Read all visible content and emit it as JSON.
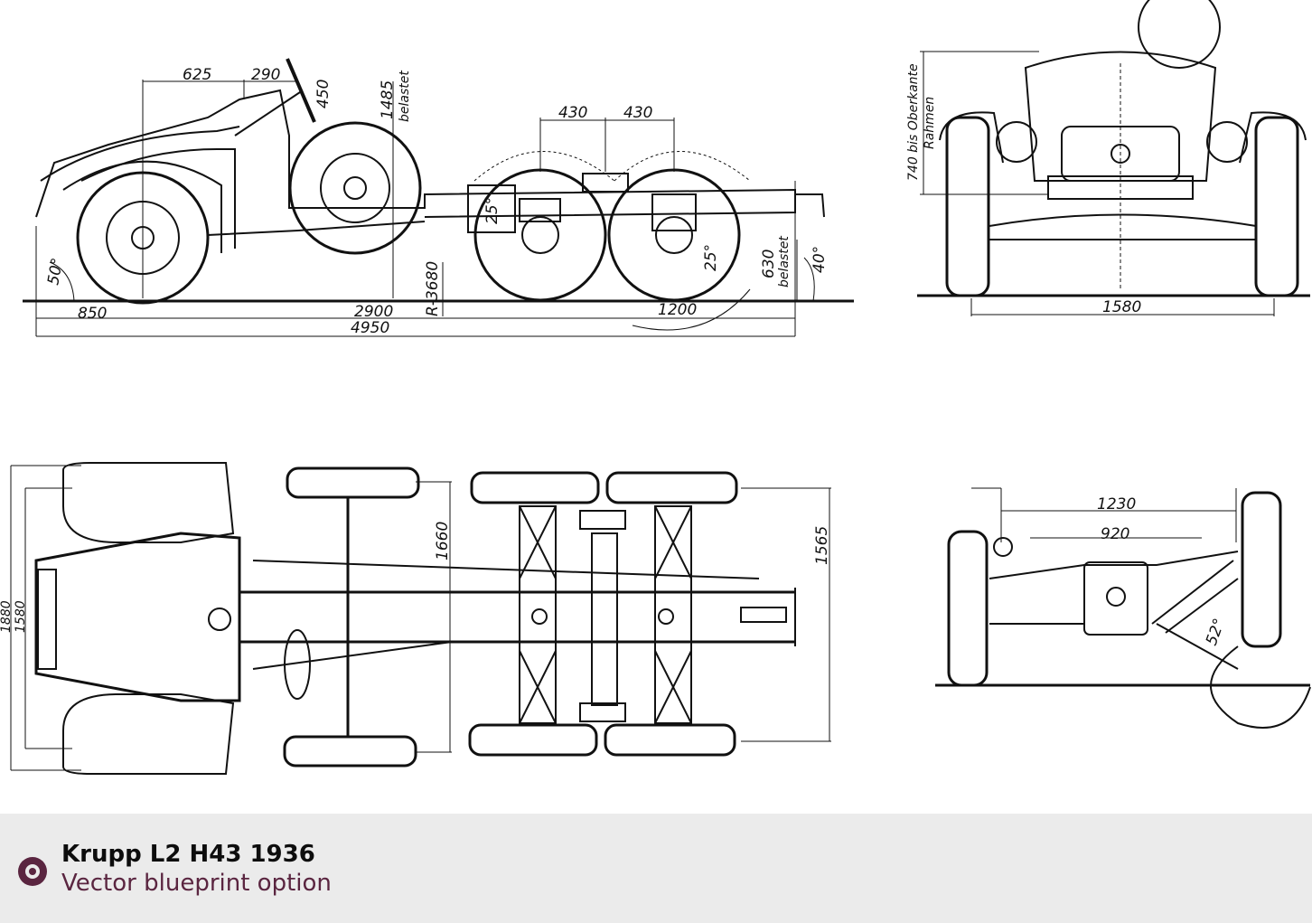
{
  "footer": {
    "title": "Krupp L2 H43 1936",
    "subtitle": "Vector blueprint option",
    "accent_color": "#5a2540",
    "background_color": "#ebebeb",
    "logo_icon": "ring-logo-icon"
  },
  "side_view": {
    "dims": {
      "d625": "625",
      "d290": "290",
      "d450": "450",
      "d1485": "1485",
      "belastet_top": "belastet",
      "d430a": "430",
      "d430b": "430",
      "a25a": "25°",
      "a25b": "25°",
      "a50": "50°",
      "r3680": "R-3680",
      "d630": "630",
      "belastet_bottom": "belastet",
      "a40": "40°",
      "d850": "850",
      "d2900": "2900",
      "d1200": "1200",
      "d4950": "4950"
    }
  },
  "front_view": {
    "dims": {
      "height_note_line1": "740 bis Oberkante",
      "height_note_line2": "Rahmen",
      "d1580": "1580"
    }
  },
  "top_view": {
    "dims": {
      "d1880": "1880",
      "d1580": "1580",
      "d1660": "1660",
      "d1565": "1565"
    }
  },
  "rear_view": {
    "dims": {
      "d1230": "1230",
      "d920": "920",
      "a52": "52°"
    }
  }
}
